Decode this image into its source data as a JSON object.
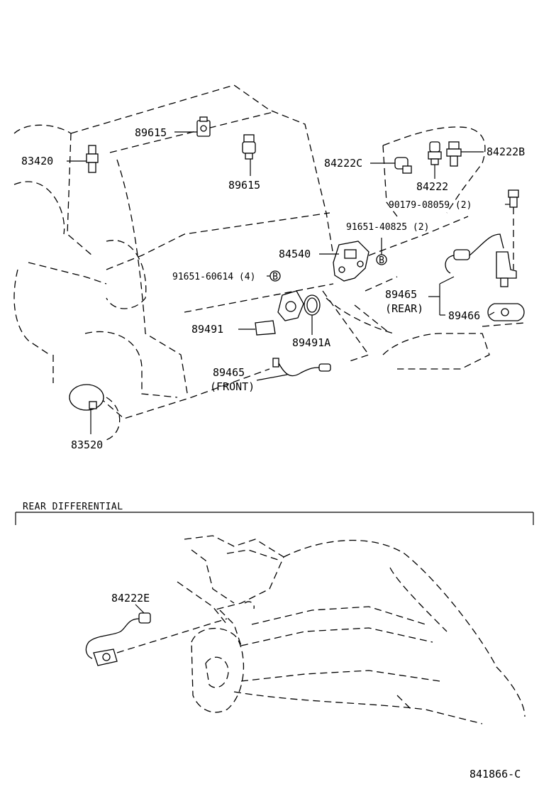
{
  "labels": {
    "p83420": "83420",
    "p89615_top": "89615",
    "p89615_mid": "89615",
    "p84222C": "84222C",
    "p84222": "84222",
    "p84222B": "84222B",
    "p90179": "90179-08059 (2)",
    "p91651_40825": "91651-40825 (2)",
    "p84540": "84540",
    "p91651_60614": "91651-60614 (4)",
    "p89465_rear": "89465",
    "rear_note": "(REAR)",
    "p89466": "89466",
    "p89491": "89491",
    "p89491A": "89491A",
    "p89465_front": "89465",
    "front_note": "(FRONT)",
    "p83520": "83520",
    "p84222E": "84222E",
    "bolt_marker_1": "B",
    "bolt_marker_2": "B"
  },
  "section_title": "REAR DIFFERENTIAL",
  "diagram_code": "841866-C"
}
